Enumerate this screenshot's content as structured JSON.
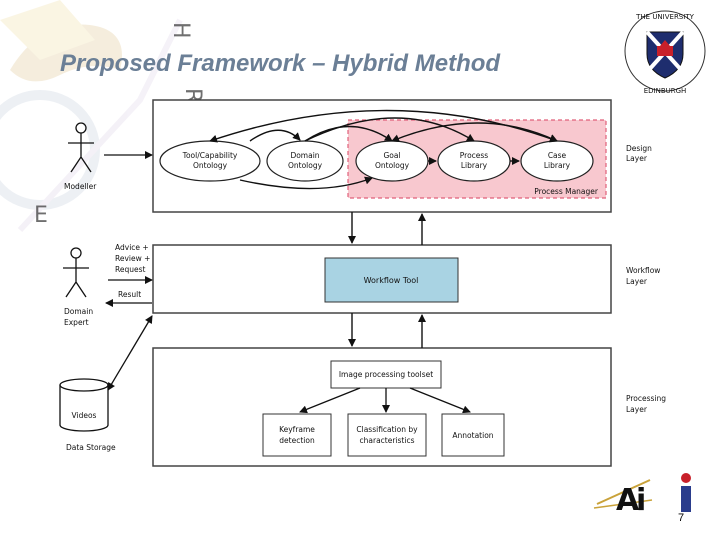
{
  "slide": {
    "title": "Proposed Framework – Hybrid Method",
    "page_number": "7",
    "watermark_letters": [
      "H",
      "R",
      "E"
    ],
    "logo_text": "THE UNIVERSITY of EDINBURGH"
  },
  "diagram": {
    "design_layer": {
      "label_lines": [
        "Design",
        "Layer"
      ],
      "nodes": [
        {
          "lines": [
            "Tool/Capability",
            "Ontology"
          ]
        },
        {
          "lines": [
            "Domain",
            "Ontology"
          ]
        },
        {
          "lines": [
            "Goal",
            "Ontology"
          ]
        },
        {
          "lines": [
            "Process",
            "Library"
          ]
        },
        {
          "lines": [
            "Case",
            "Library"
          ]
        }
      ],
      "process_manager": "Process Manager"
    },
    "workflow_layer": {
      "label_lines": [
        "Workflow",
        "Layer"
      ],
      "tool": "Workflow Tool"
    },
    "processing_layer": {
      "label_lines": [
        "Processing",
        "Layer"
      ],
      "toolset": "Image processing toolset",
      "children": [
        {
          "lines": [
            "Keyframe",
            "detection"
          ]
        },
        {
          "lines": [
            "Classification by",
            "characteristics"
          ]
        },
        {
          "lines": [
            "Annotation"
          ]
        }
      ]
    },
    "actors": {
      "modeller": "Modeller",
      "domain_expert_lines": [
        "Domain",
        "Expert"
      ],
      "request_lines": [
        "Advice +",
        "Review +",
        "Request"
      ],
      "result": "Result"
    },
    "storage": {
      "cylinder_label": "Videos",
      "caption": "Data Storage"
    }
  },
  "colors": {
    "title": "#6b7f96",
    "process_manager_fill": "#f8c8cf",
    "process_manager_border": "#e0607a",
    "workflow_tool_fill": "#a9d3e3",
    "logo_navy": "#1e2d6e",
    "logo_red": "#c8202a"
  }
}
